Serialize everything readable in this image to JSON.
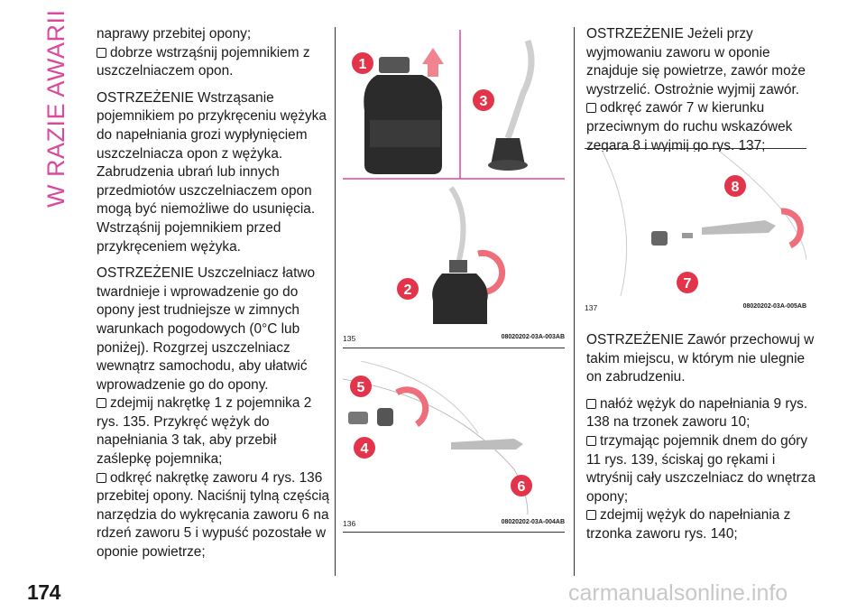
{
  "section_title": "W RAZIE AWARII",
  "page_number": "174",
  "col1": {
    "p1": "naprawy przebitej opony;",
    "p2": "dobrze wstrząśnij pojemnikiem z uszczelniaczem opon.",
    "p3": "OSTRZEŻENIE Wstrząsanie pojemnikiem po przykręceniu wężyka do napełniania grozi wypłynięciem uszczelniacza opon z wężyka. Zabrudzenia ubrań lub innych przedmiotów uszczelniaczem opon mogą być niemożliwe do usunięcia. Wstrząśnij pojemnikiem przed przykręceniem wężyka.",
    "p4": "OSTRZEŻENIE Uszczelniacz łatwo twardnieje i wprowadzenie go do opony jest trudniejsze w zimnych warunkach pogodowych (0°C lub poniżej). Rozgrzej uszczelniacz wewnątrz samochodu, aby ułatwić wprowadzenie go do opony.",
    "p5": "zdejmij nakrętkę 1 z pojemnika 2 rys. 135. Przykręć wężyk do napełniania 3 tak, aby przebił zaślepkę pojemnika;",
    "p6": "odkręć nakrętkę zaworu 4 rys. 136 przebitej opony. Naciśnij tylną częścią narzędzia do wykręcania zaworu 6 na rdzeń zaworu 5 i wypuść pozostałe w oponie powietrze;"
  },
  "col3": {
    "p1": "OSTRZEŻENIE Jeżeli przy wyjmowaniu zaworu w oponie znajduje się powietrze, zawór może wystrzelić. Ostrożnie wyjmij zawór.",
    "p2": "odkręć zawór 7 w kierunku przeciwnym do ruchu wskazówek zegara 8 i wyjmij go rys. 137;",
    "p3": "OSTRZEŻENIE Zawór przechowuj w takim miejscu, w którym nie ulegnie on zabrudzeniu.",
    "p4": "nałóż wężyk do napełniania 9 rys. 138 na trzonek zaworu 10;",
    "p5": "trzymając pojemnik dnem do góry 11 rys. 139, ściskaj go rękami i wtryśnij cały uszczelniacz do wnętrza opony;",
    "p6": "zdejmij wężyk do napełniania z trzonka zaworu rys. 140;"
  },
  "figures": {
    "f135": {
      "number": "135",
      "code": "08020202-03A-003AB",
      "labels": [
        "1",
        "3",
        "2"
      ]
    },
    "f136": {
      "number": "136",
      "code": "08020202-03A-004AB",
      "labels": [
        "5",
        "4",
        "6"
      ]
    },
    "f137": {
      "number": "137",
      "code": "08020202-03A-005AB",
      "labels": [
        "8",
        "7"
      ]
    }
  },
  "colors": {
    "accent": "#d94a9c",
    "label_circle": "#e2344a",
    "arrow": "#ee6f7b"
  },
  "watermark": "carmanualsonline.info"
}
